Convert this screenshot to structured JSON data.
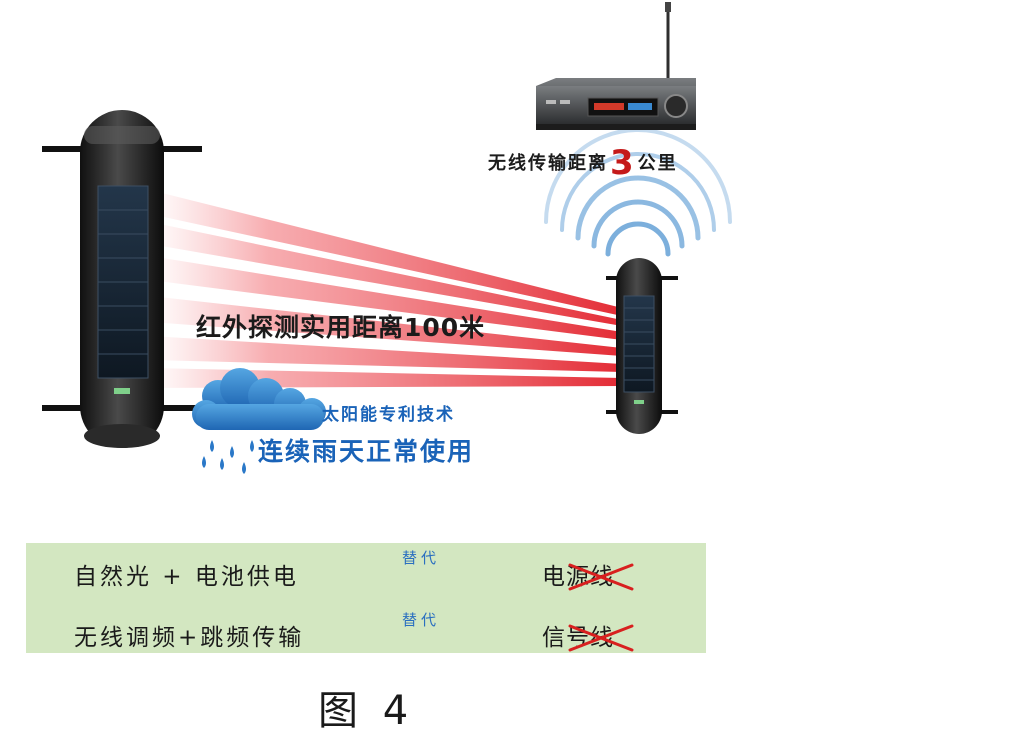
{
  "labels": {
    "infrared_range": "红外探测实用距离100米",
    "wireless_prefix": "无线传输距离",
    "wireless_number": "3",
    "wireless_suffix": "公里",
    "solar_patent": "太阳能专利技术",
    "rain_use": "连续雨天正常使用"
  },
  "comparison": {
    "rows": [
      {
        "source": "自然光 + 电池供电",
        "arrow_label": "替代",
        "replaced": "电源线"
      },
      {
        "source": "无线调频+跳频传输",
        "arrow_label": "替代",
        "replaced": "信号线"
      }
    ]
  },
  "caption": "图 4",
  "colors": {
    "beam": "#e2202a",
    "arrow": "#d8201f",
    "panel": "#d3e7c1",
    "accent_blue": "#1a63b8",
    "number_red": "#c51a1a",
    "wifi_wave": "#6ea6d8"
  },
  "icons": {
    "transmitter": "infrared-transmitter-icon",
    "receiver": "infrared-receiver-icon",
    "alarm_host": "alarm-host-icon",
    "signal": "wireless-signal-icon",
    "weather": "rain-cloud-icon"
  }
}
